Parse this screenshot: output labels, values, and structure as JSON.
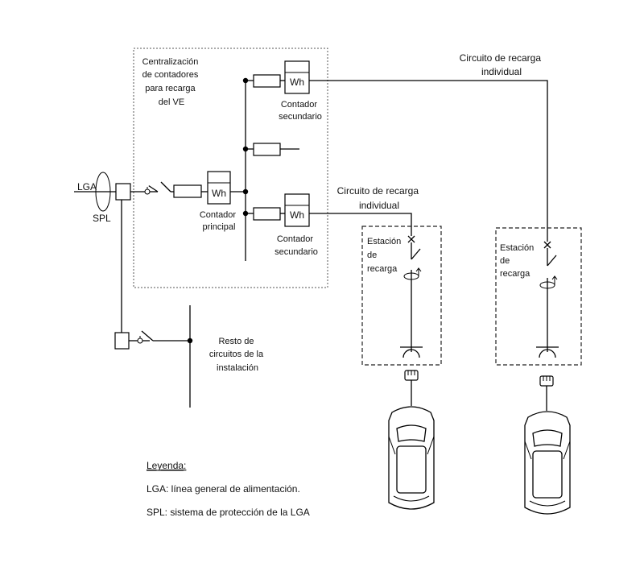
{
  "labels": {
    "centralizacion": [
      "Centralización",
      "de contadores",
      "para recarga",
      "del VE"
    ],
    "lga": "LGA",
    "spl": "SPL",
    "wh": "Wh",
    "contador_principal": [
      "Contador",
      "principal"
    ],
    "contador_secundario_top": [
      "Contador",
      "secundario"
    ],
    "contador_secundario_bottom": [
      "Contador",
      "secundario"
    ],
    "circuito_right": [
      "Circuito de recarga",
      "individual"
    ],
    "circuito_middle": [
      "Circuito de recarga",
      "individual"
    ],
    "estacion_1": [
      "Estación",
      "de",
      "recarga"
    ],
    "estacion_2": [
      "Estación",
      "de",
      "recarga"
    ],
    "resto": [
      "Resto de",
      "circuitos de la",
      "instalación"
    ]
  },
  "legend": {
    "title": "Leyenda:",
    "items": [
      "LGA: línea general de alimentación.",
      "SPL: sistema de protección de la LGA"
    ]
  }
}
